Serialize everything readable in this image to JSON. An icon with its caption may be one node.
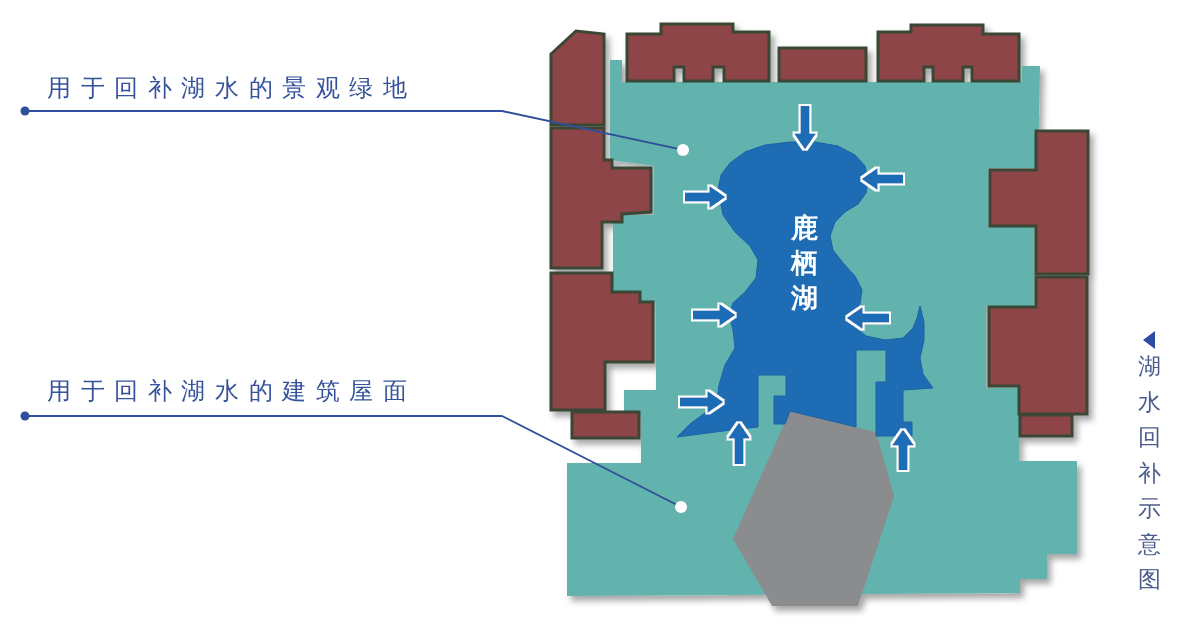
{
  "diagram": {
    "title": "湖水回补示意图",
    "nodes": [
      {
        "text": [
          "用于回补湖水的景观绿地"
        ]
      },
      {
        "text": [],
        "shape": "circle"
      },
      {
        "text": [
          "鹿栖湖"
        ]
      },
      {
        "text": [
          "用于回补湖水的建筑屋面"
        ]
      },
      {
        "text": [],
        "shape": "circle"
      }
    ],
    "edges": [
      {
        "from": 0,
        "to": 1,
        "arrow": "other",
        "color": "#2e4f9b"
      },
      {
        "from": 3,
        "to": 4,
        "arrow": "other",
        "color": "#2e4f9b"
      },
      {
        "from": null,
        "to": 2,
        "arrow": "to"
      },
      {
        "from": null,
        "to": 2,
        "arrow": "to"
      },
      {
        "from": null,
        "to": 2,
        "arrow": "to"
      },
      {
        "from": null,
        "to": 2,
        "arrow": "to"
      },
      {
        "from": null,
        "to": 2,
        "arrow": "to"
      },
      {
        "from": null,
        "to": 2,
        "arrow": "to"
      },
      {
        "from": null,
        "to": 2,
        "arrow": "to"
      },
      {
        "from": null,
        "to": 2,
        "arrow": "to"
      }
    ]
  }
}
